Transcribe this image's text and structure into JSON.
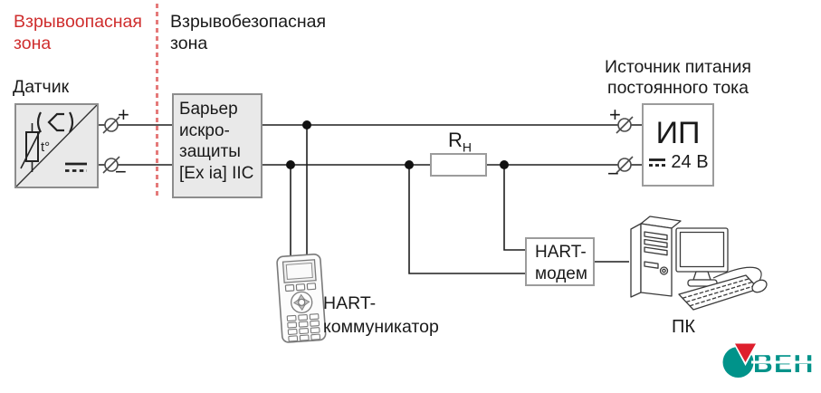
{
  "zones": {
    "hazardous_label": "Взрывоопасная\nзона",
    "safe_label": "Взрывобезопасная\nзона"
  },
  "sensor": {
    "label": "Датчик",
    "temp_symbol": "t°",
    "plus": "+",
    "minus": "−"
  },
  "barrier": {
    "label": "Барьер\nискро-\nзащиты\n[Ex ia] IIC"
  },
  "load_resistor": {
    "symbol": "R",
    "subscript": "Н"
  },
  "psu": {
    "title": "Источник питания\nпостоянного тока",
    "name": "ИП",
    "voltage": "24 В",
    "plus": "+",
    "minus": "−"
  },
  "hart_modem": {
    "label": "HART-\nмодем"
  },
  "hart_communicator": {
    "label": "HART-\nкоммуникатор"
  },
  "pc": {
    "label": "ПК"
  },
  "brand_logo": {
    "letters": "ВЕН"
  },
  "colors": {
    "hazard_red": "#cf2e2e",
    "separator_red": "#e57a7a",
    "logo_teal": "#00938a",
    "logo_red": "#de1f2d"
  }
}
